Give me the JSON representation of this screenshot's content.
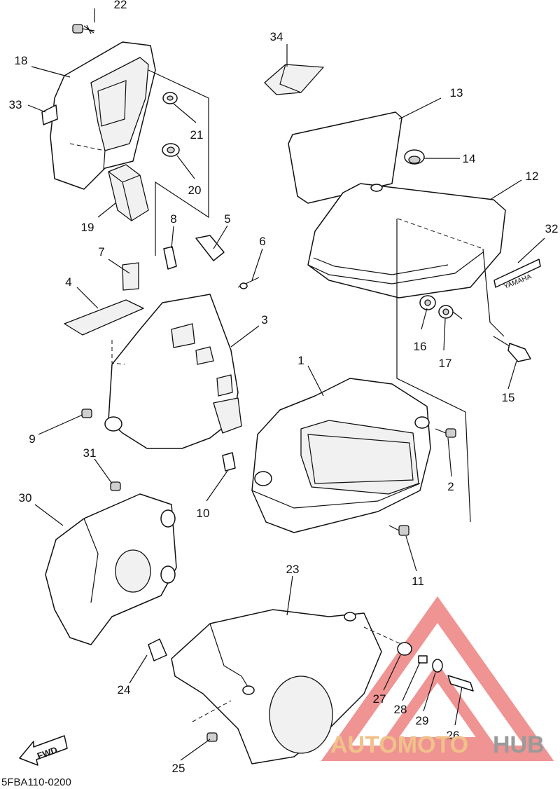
{
  "diagram": {
    "callouts": [
      "1",
      "2",
      "3",
      "4",
      "5",
      "6",
      "7",
      "8",
      "9",
      "10",
      "11",
      "12",
      "13",
      "14",
      "15",
      "16",
      "17",
      "18",
      "19",
      "20",
      "21",
      "22",
      "23",
      "24",
      "25",
      "26",
      "27",
      "28",
      "29",
      "30",
      "31",
      "32",
      "33",
      "34"
    ],
    "code": "5FBA110-0200",
    "fwd_label": "FWD",
    "emblem_text": "YAMAHA"
  },
  "watermark": {
    "part1": "AUTOMOTO",
    "part2": "HUB",
    "colors": {
      "triangle": "#e23b3b",
      "text_orange": "#f0c28a",
      "text_gray": "#9a9a9a"
    }
  }
}
